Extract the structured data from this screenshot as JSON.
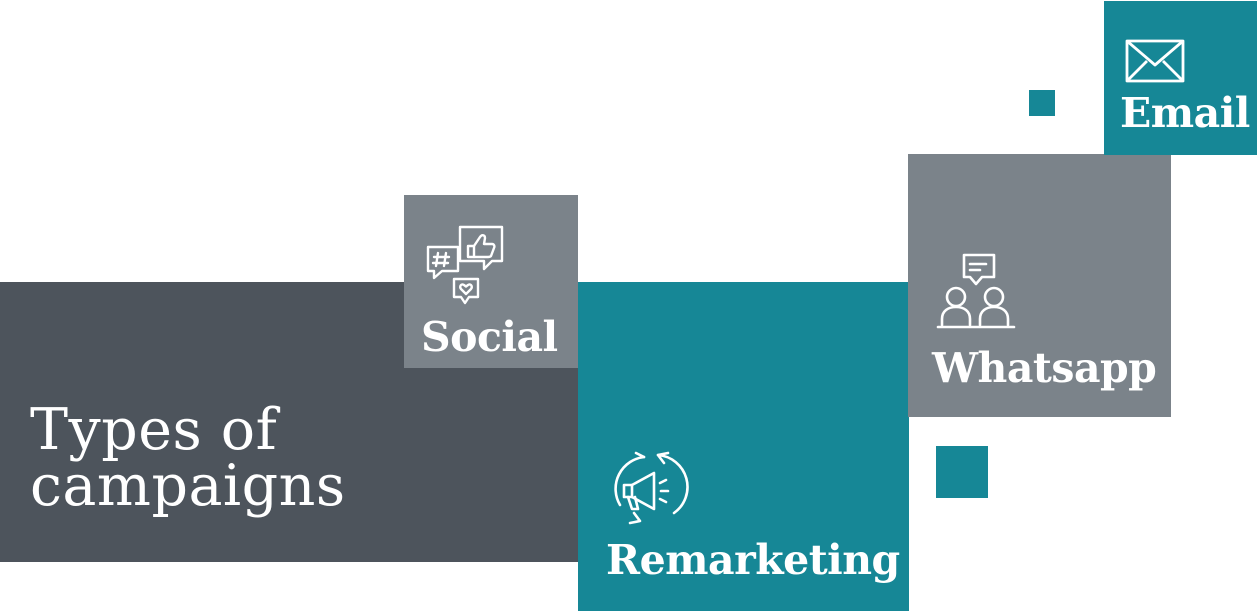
{
  "title": {
    "line1": "Types of",
    "line2": "campaigns"
  },
  "cards": {
    "social": {
      "label": "Social",
      "icon": "social-chat-icon"
    },
    "remarketing": {
      "label": "Remarketing",
      "icon": "megaphone-icon"
    },
    "whatsapp": {
      "label": "Whatsapp",
      "icon": "people-chat-icon"
    },
    "email": {
      "label": "Email",
      "icon": "envelope-icon"
    }
  },
  "colors": {
    "dark": "#4d545c",
    "grey": "#7b838a",
    "teal": "#168796",
    "text": "#ffffff"
  }
}
